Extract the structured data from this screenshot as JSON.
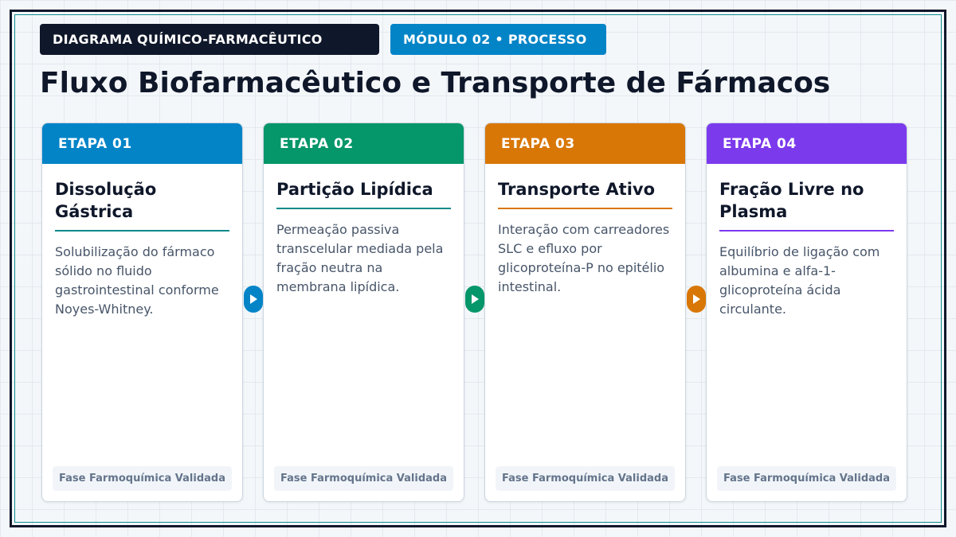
{
  "header": {
    "badge_primary": "DIAGRAMA QUÍMICO-FARMACÊUTICO",
    "badge_secondary": "MÓDULO 02 • PROCESSO",
    "title": "Fluxo Biofarmacêutico e Transporte de Fármacos"
  },
  "colors": {
    "dark": "#0f172a",
    "blue": "#0284c7",
    "green": "#059669",
    "orange": "#d97706",
    "purple": "#7c3aed",
    "teal": "#0e8a8a"
  },
  "stages": [
    {
      "label": "ETAPA 01",
      "title": "Dissolução Gástrica",
      "description": "Solubilização do fármaco sólido no fluido gastrointestinal conforme Noyes-Whitney.",
      "footer": "Fase Farmoquímica Validada",
      "color": "#0284c7",
      "underline": "#0e8a8a"
    },
    {
      "label": "ETAPA 02",
      "title": "Partição Lipídica",
      "description": "Permeação passiva transcelular mediada pela fração neutra na membrana lipídica.",
      "footer": "Fase Farmoquímica Validada",
      "color": "#059669",
      "underline": "#0e8a8a"
    },
    {
      "label": "ETAPA 03",
      "title": "Transporte Ativo",
      "description": "Interação com carreadores SLC e efluxo por glicoproteína-P no epitélio intestinal.",
      "footer": "Fase Farmoquímica Validada",
      "color": "#d97706",
      "underline": "#d97706"
    },
    {
      "label": "ETAPA 04",
      "title": "Fração Livre no Plasma",
      "description": "Equilíbrio de ligação com albumina e alfa-1-glicoproteína ácida circulante.",
      "footer": "Fase Farmoquímica Validada",
      "color": "#7c3aed",
      "underline": "#7c3aed"
    }
  ],
  "connectors": [
    {
      "icon": "arrow-right-icon",
      "color": "#0284c7"
    },
    {
      "icon": "arrow-right-icon",
      "color": "#059669"
    },
    {
      "icon": "arrow-right-icon",
      "color": "#d97706"
    }
  ]
}
